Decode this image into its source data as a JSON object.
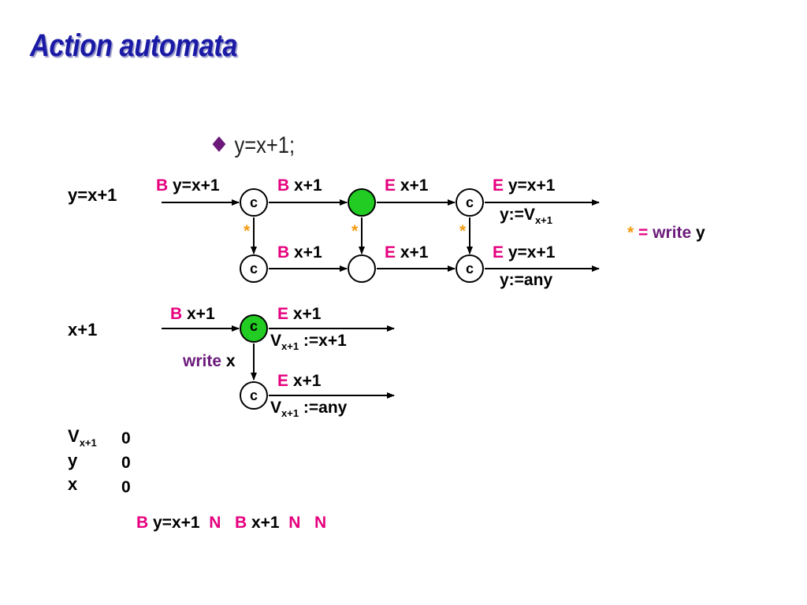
{
  "title": "Action automata",
  "bullet": "y=x+1;",
  "colors": {
    "B": "#e6007e",
    "E": "#e6007e",
    "star": "#f39c12",
    "write": "#6b1a7a",
    "active": "#22cc22",
    "title": "#1a1aa6"
  },
  "row1": {
    "label": "y=x+1",
    "top_edges": [
      {
        "kw": "B",
        "rest": " y=x+1"
      },
      {
        "kw": "B",
        "rest": " x+1"
      },
      {
        "kw": "E",
        "rest": " x+1"
      },
      {
        "kw": "E",
        "rest": " y=x+1"
      }
    ],
    "top_assign": {
      "pre": "y:=V",
      "sub": "x+1"
    },
    "bottom_edges": [
      {
        "kw": "B",
        "rest": " x+1"
      },
      {
        "kw": "E",
        "rest": " x+1"
      },
      {
        "kw": "E",
        "rest": " y=x+1"
      }
    ],
    "bottom_assign": "y:=any",
    "node_label": "c",
    "star": "*",
    "legend": {
      "star": "*",
      "eq": "=",
      "write": "write",
      "var": " y"
    }
  },
  "row2": {
    "label": "x+1",
    "edges": [
      {
        "kw": "B",
        "rest": " x+1"
      },
      {
        "kw": "E",
        "rest": " x+1"
      },
      {
        "kw": "E",
        "rest": " x+1"
      }
    ],
    "top_assign": {
      "pre": "V",
      "sub": "x+1",
      "post": " :=x+1"
    },
    "bottom_assign": {
      "pre": "V",
      "sub": "x+1",
      "post": " :=any"
    },
    "write": {
      "word": "write",
      "var": " x"
    },
    "node_label": "c"
  },
  "state": {
    "vars": [
      {
        "pre": "V",
        "sub": "x+1",
        "value": "0"
      },
      {
        "pre": "y",
        "sub": "",
        "value": "0"
      },
      {
        "pre": "x",
        "sub": "",
        "value": "0"
      }
    ]
  },
  "trace": [
    {
      "text": "B",
      "kind": "kw"
    },
    {
      "text": " y=x+1",
      "kind": "plain"
    },
    {
      "text": "N",
      "kind": "kw"
    },
    {
      "text": "B",
      "kind": "kw"
    },
    {
      "text": " x+1",
      "kind": "plain"
    },
    {
      "text": "N",
      "kind": "kw"
    },
    {
      "text": "N",
      "kind": "kw"
    }
  ]
}
